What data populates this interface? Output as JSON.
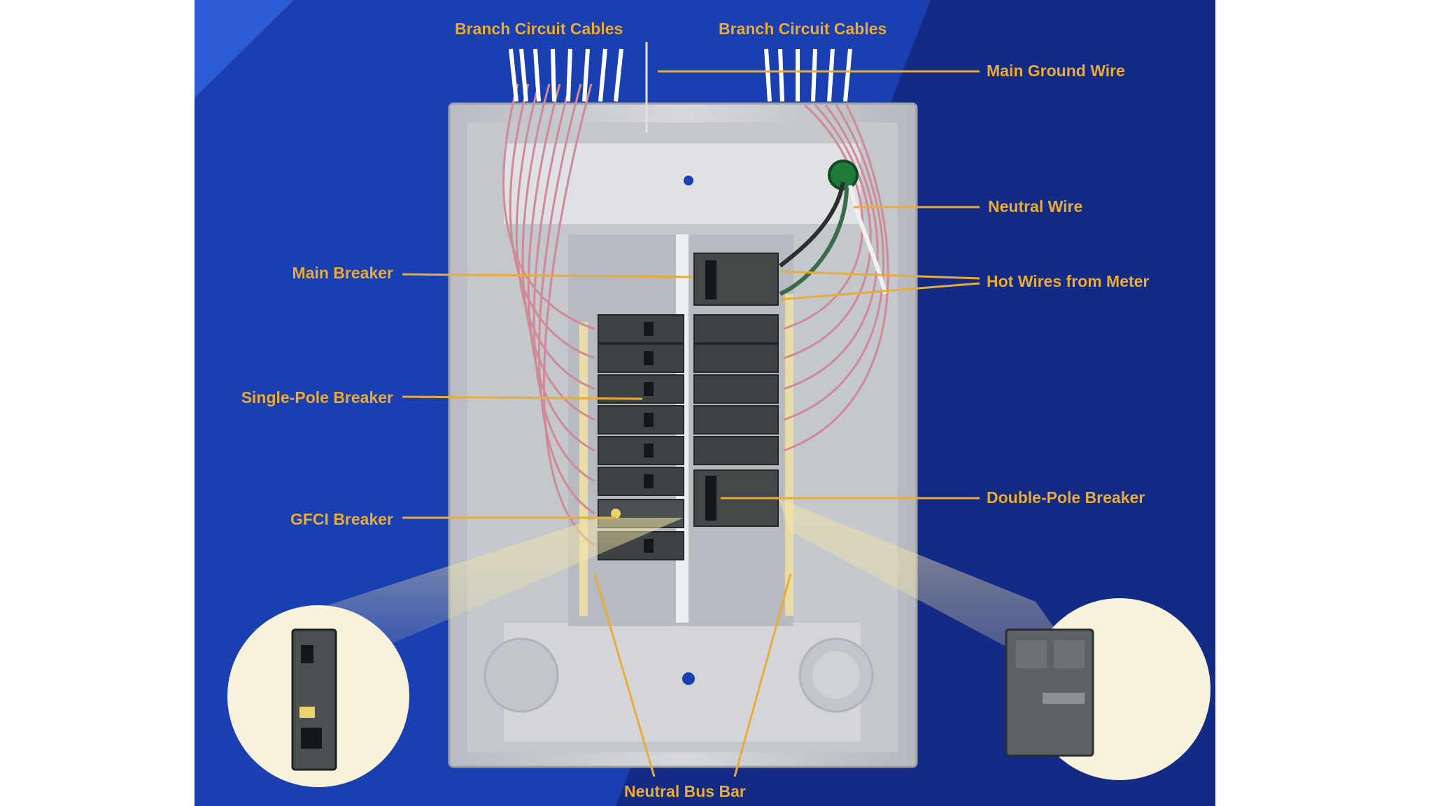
{
  "diagram": {
    "colors": {
      "background_page": "#ffffff",
      "panel_blue": "#1a3fb0",
      "panel_blue_dark": "#142b86",
      "label_gold": "#e8ac3a",
      "enclosure_gray": "#c9ccd1",
      "breaker_dark": "#3d4244",
      "inset_cream": "#f6f2dc"
    },
    "labels": {
      "branch_cables_left": "Branch Circuit Cables",
      "branch_cables_right": "Branch Circuit Cables",
      "main_ground_wire": "Main Ground Wire",
      "neutral_wire": "Neutral Wire",
      "main_breaker": "Main Breaker",
      "hot_wires": "Hot Wires from Meter",
      "single_pole": "Single-Pole Breaker",
      "gfci": "GFCI Breaker",
      "double_pole": "Double-Pole Breaker",
      "neutral_bus_bar": "Neutral Bus Bar"
    },
    "icons": [
      "breaker-panel-illustration",
      "single-pole-breaker-icon",
      "double-pole-breaker-icon"
    ]
  }
}
